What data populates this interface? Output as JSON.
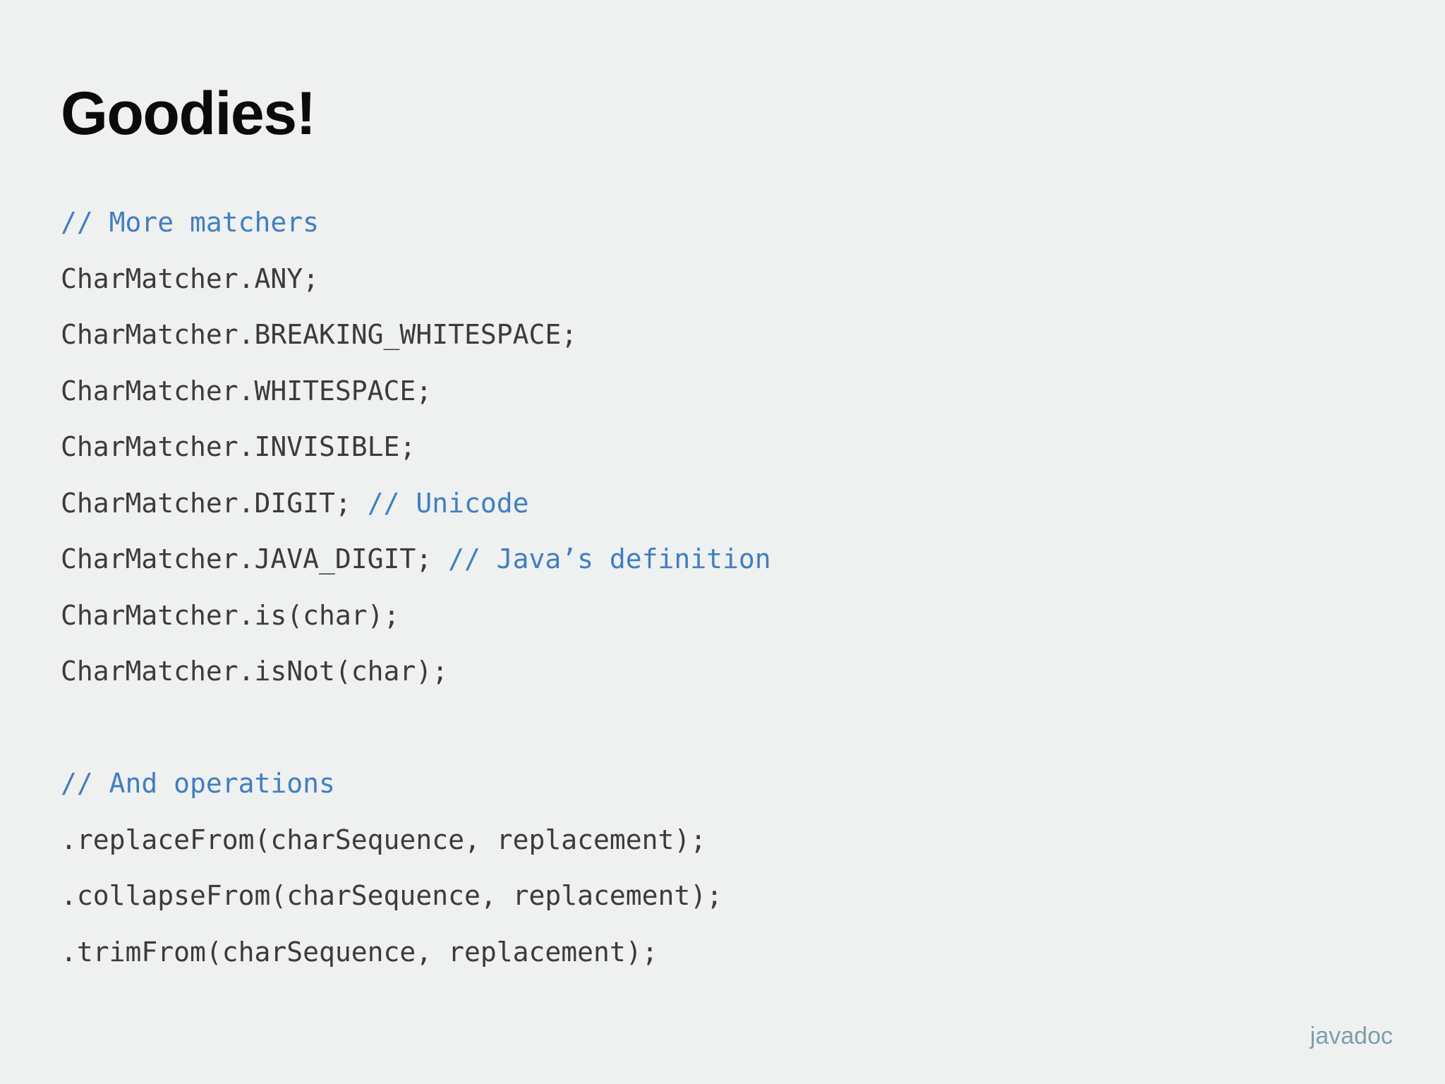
{
  "slide": {
    "title": "Goodies!",
    "background_color": "#eff0f0",
    "title_color": "#0b0b0b",
    "code_color": "#3b3b3d",
    "comment_color": "#3f7fc1",
    "footer_color": "#7e9fab"
  },
  "code": {
    "lines": [
      {
        "id": "line-1",
        "kind": "comment",
        "code": "",
        "comment": "// More matchers"
      },
      {
        "id": "line-2",
        "kind": "code",
        "code": "CharMatcher.ANY;",
        "comment": ""
      },
      {
        "id": "line-3",
        "kind": "code",
        "code": "CharMatcher.BREAKING_WHITESPACE;",
        "comment": ""
      },
      {
        "id": "line-4",
        "kind": "code",
        "code": "CharMatcher.WHITESPACE;",
        "comment": ""
      },
      {
        "id": "line-5",
        "kind": "code",
        "code": "CharMatcher.INVISIBLE;",
        "comment": ""
      },
      {
        "id": "line-6",
        "kind": "mixed",
        "code": "CharMatcher.DIGIT; ",
        "comment": "// Unicode"
      },
      {
        "id": "line-7",
        "kind": "mixed",
        "code": "CharMatcher.JAVA_DIGIT; ",
        "comment": "// Java’s definition"
      },
      {
        "id": "line-8",
        "kind": "code",
        "code": "CharMatcher.is(char);",
        "comment": ""
      },
      {
        "id": "line-9",
        "kind": "code",
        "code": "CharMatcher.isNot(char);",
        "comment": ""
      },
      {
        "id": "line-10",
        "kind": "blank",
        "code": " ",
        "comment": ""
      },
      {
        "id": "line-11",
        "kind": "comment",
        "code": "",
        "comment": "// And operations"
      },
      {
        "id": "line-12",
        "kind": "code",
        "code": ".replaceFrom(charSequence, replacement);",
        "comment": ""
      },
      {
        "id": "line-13",
        "kind": "code",
        "code": ".collapseFrom(charSequence, replacement);",
        "comment": ""
      },
      {
        "id": "line-14",
        "kind": "code",
        "code": ".trimFrom(charSequence, replacement);",
        "comment": ""
      }
    ]
  },
  "footer": {
    "link_label": "javadoc"
  }
}
